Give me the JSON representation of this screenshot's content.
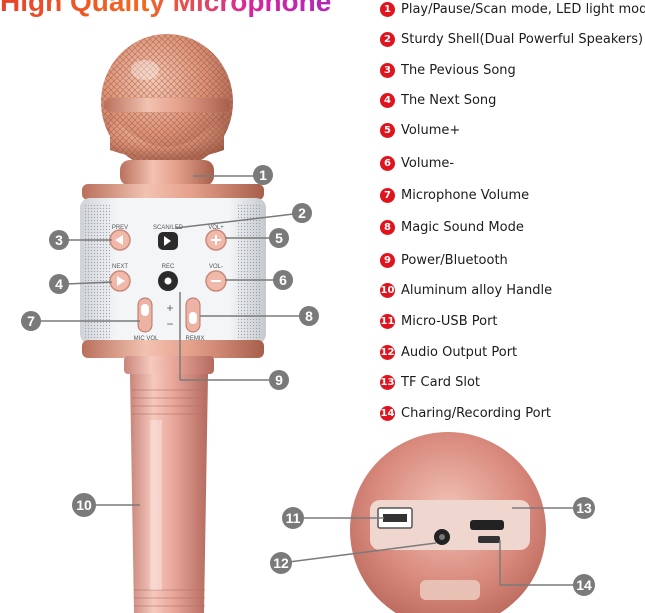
{
  "title": "High Quality Microphone",
  "legend": [
    {
      "num": "1",
      "text": "Play/Pause/Scan mode, LED light mode"
    },
    {
      "num": "2",
      "text": "Sturdy Shell(Dual Powerful Speakers)"
    },
    {
      "num": "3",
      "text": "The Pevious Song"
    },
    {
      "num": "4",
      "text": "The Next Song"
    },
    {
      "num": "5",
      "text": "Volume+"
    },
    {
      "num": "6",
      "text": "Volume-"
    },
    {
      "num": "7",
      "text": "Microphone Volume"
    },
    {
      "num": "8",
      "text": "Magic Sound Mode"
    },
    {
      "num": "9",
      "text": "Power/Bluetooth"
    },
    {
      "num": "10",
      "text": "Aluminum alloy Handle"
    },
    {
      "num": "11",
      "text": "Micro-USB Port"
    },
    {
      "num": "12",
      "text": "Audio Output Port"
    },
    {
      "num": "13",
      "text": "TF Card Slot"
    },
    {
      "num": "14",
      "text": "Charing/Recording Port"
    }
  ],
  "callouts": [
    "1",
    "2",
    "3",
    "4",
    "5",
    "6",
    "7",
    "8",
    "9",
    "10",
    "11",
    "12",
    "13",
    "14"
  ],
  "mic_labels": {
    "prev": "PREV",
    "scan": "SCAN/LED",
    "vol_plus": "VOL+",
    "next": "NEXT",
    "rec": "REC",
    "vol_minus": "VOL-",
    "plus": "+",
    "minus": "−",
    "mic_vol": "MIC VOL",
    "remix": "REMIX"
  },
  "colors": {
    "badge": "#e0141e",
    "callout": "#7a7a7a",
    "rose_gold": "#e0a08c"
  },
  "icons": [
    "play-pause-icon",
    "prev-icon",
    "next-icon",
    "record-icon",
    "vol-plus-icon",
    "vol-minus-icon"
  ]
}
